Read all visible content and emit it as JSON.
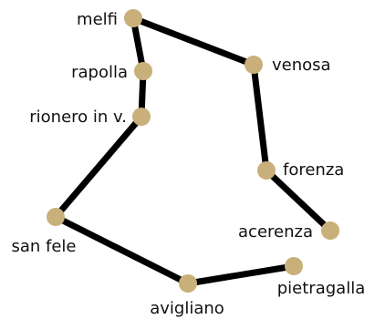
{
  "route": {
    "line_color": "#000000",
    "node_color": "#c9b07a",
    "towns": [
      {
        "id": "melfi",
        "label": "melfi"
      },
      {
        "id": "rapolla",
        "label": "rapolla"
      },
      {
        "id": "rionero",
        "label": "rionero in v."
      },
      {
        "id": "san-fele",
        "label": "san fele"
      },
      {
        "id": "avigliano",
        "label": "avigliano"
      },
      {
        "id": "pietragalla",
        "label": "pietragalla"
      },
      {
        "id": "venosa",
        "label": "venosa"
      },
      {
        "id": "forenza",
        "label": "forenza"
      },
      {
        "id": "acerenza",
        "label": "acerenza"
      }
    ]
  }
}
